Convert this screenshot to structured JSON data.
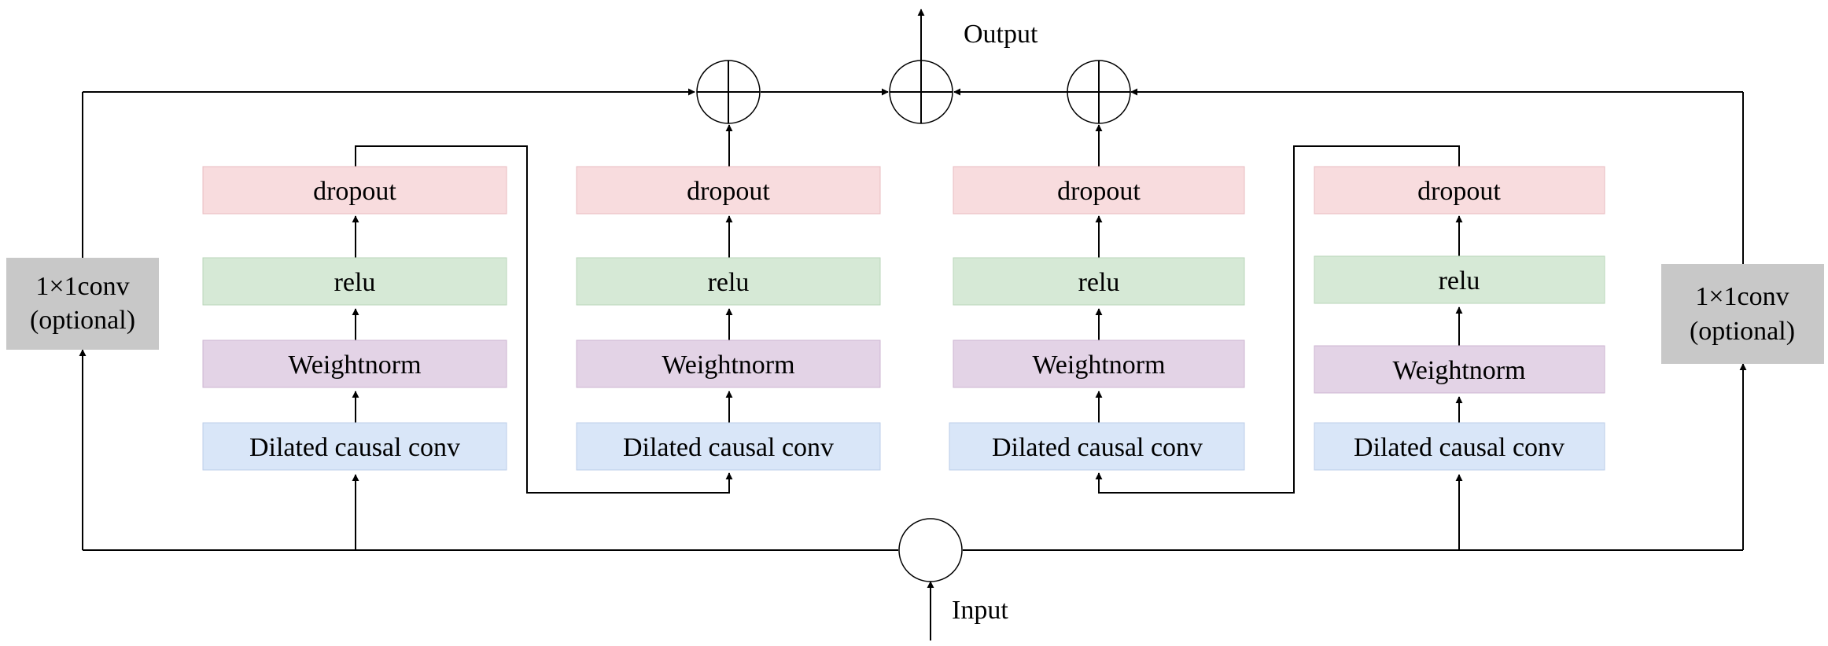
{
  "labels": {
    "output": "Output",
    "input": "Input"
  },
  "conv_1x1": {
    "line1": "1×1conv",
    "line2": "(optional)"
  },
  "layers": {
    "dropout": "dropout",
    "relu": "relu",
    "weightnorm": "Weightnorm",
    "dilated_conv": "Dilated causal  conv"
  },
  "colors": {
    "dropout": "#f8dcde",
    "relu": "#d6e9d6",
    "weightnorm": "#e3d3e6",
    "dilated_conv": "#d9e6f8",
    "conv_1x1": "#c8c8c8"
  },
  "blocks": [
    {
      "id": "block-1"
    },
    {
      "id": "block-2"
    },
    {
      "id": "block-3"
    },
    {
      "id": "block-4"
    }
  ]
}
